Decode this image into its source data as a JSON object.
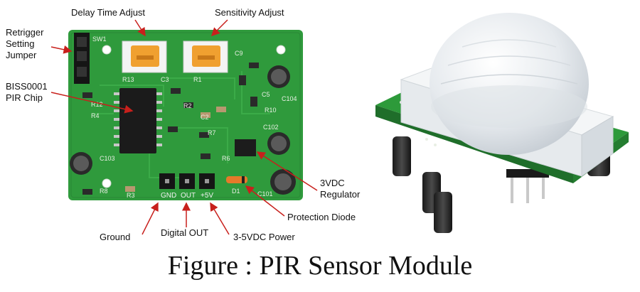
{
  "labels": {
    "delay_time_adjust": "Delay Time Adjust",
    "sensitivity_adjust": "Sensitivity Adjust",
    "retrigger_line1": "Retrigger",
    "retrigger_line2": "Setting",
    "retrigger_line3": "Jumper",
    "chip_line1": "BISS0001",
    "chip_line2": "PIR Chip",
    "regulator_line1": "3VDC",
    "regulator_line2": "Regulator",
    "protection_diode": "Protection Diode",
    "ground": "Ground",
    "digital_out": "Digital OUT",
    "power": "3-5VDC Power"
  },
  "board_silkscreen": {
    "pin_gnd": "GND",
    "pin_out": "OUT",
    "pin_5v": "+5V",
    "r13": "R13",
    "c3": "C3",
    "r1": "R1",
    "r2": "R2",
    "c2": "C2",
    "c9": "C9",
    "r10": "R10",
    "r7": "R7",
    "r6": "R6",
    "c5": "C5",
    "c104": "C104",
    "c102": "C102",
    "c103": "C103",
    "c101": "C101",
    "r8": "R8",
    "r3": "R3",
    "d1": "D1",
    "r12": "R12",
    "r4": "R4",
    "sw1": "SW1"
  },
  "caption": "Figure : PIR Sensor Module",
  "colors": {
    "pcb": "#2f9a3c",
    "pcb_dark": "#1f6e2a",
    "pot": "#f0a030",
    "arrow": "#c8201c",
    "lens": "#eceff1"
  }
}
